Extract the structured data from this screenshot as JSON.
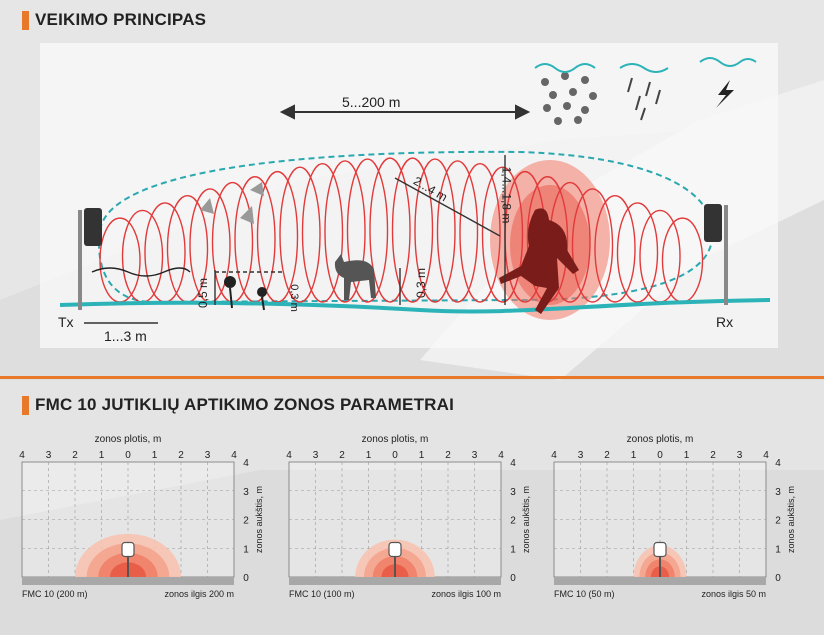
{
  "section1": {
    "title": "VEIKIMO PRINCIPAS"
  },
  "diagram": {
    "range_label": "5...200 m",
    "diag_label": "2...4 m",
    "height_label": "1,4...1,8 m",
    "tx_label": "Tx",
    "rx_label": "Rx",
    "tx_distance": "1...3 m",
    "h05": "0,5 m",
    "h03a": "0,3 m",
    "h03b": "0,3 m"
  },
  "section2": {
    "title": "FMC 10 JUTIKLIŲ APTIKIMO ZONOS PARAMETRAI"
  },
  "colors": {
    "accent": "#e8792b",
    "beam": "#e23a3a",
    "ground": "#2bb3b8"
  },
  "charts": [
    {
      "top_axis_title": "zonos plotis, m",
      "top_ticks": [
        "4",
        "3",
        "2",
        "1",
        "0",
        "1",
        "2",
        "3",
        "4"
      ],
      "side_axis_title": "zonos aukštis, m",
      "side_ticks": [
        "4",
        "3",
        "2",
        "1",
        "0"
      ],
      "model": "FMC 10 (200 m)",
      "length": "zonos ilgis 200 m",
      "zone_width_m": 2,
      "zone_height_m": 1.5
    },
    {
      "top_axis_title": "zonos plotis, m",
      "top_ticks": [
        "4",
        "3",
        "2",
        "1",
        "0",
        "1",
        "2",
        "3",
        "4"
      ],
      "side_axis_title": "zonos aukštis, m",
      "side_ticks": [
        "4",
        "3",
        "2",
        "1",
        "0"
      ],
      "model": "FMC 10 (100 m)",
      "length": "zonos ilgis 100 m",
      "zone_width_m": 1.5,
      "zone_height_m": 1.3
    },
    {
      "top_axis_title": "zonos plotis, m",
      "top_ticks": [
        "4",
        "3",
        "2",
        "1",
        "0",
        "1",
        "2",
        "3",
        "4"
      ],
      "side_axis_title": "zonos aukštis, m",
      "side_ticks": [
        "4",
        "3",
        "2",
        "1",
        "0"
      ],
      "model": "FMC 10 (50 m)",
      "length": "zonos ilgis 50 m",
      "zone_width_m": 1,
      "zone_height_m": 1.1
    }
  ]
}
